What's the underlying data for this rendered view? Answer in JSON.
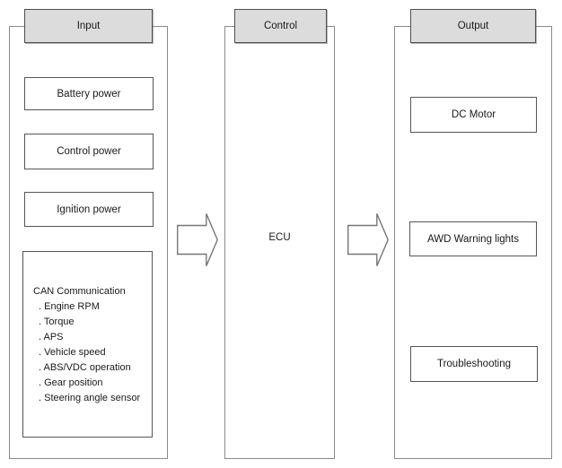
{
  "input_column": {
    "header": "Input",
    "boxes": {
      "battery": "Battery power",
      "control_power": "Control power",
      "ignition": "Ignition power"
    },
    "can": {
      "title": "CAN Communication",
      "items": [
        ". Engine RPM",
        ". Torque",
        ". APS",
        ". Vehicle speed",
        ". ABS/VDC operation",
        ". Gear position",
        ". Steering angle sensor"
      ]
    }
  },
  "control_column": {
    "header": "Control",
    "label": "ECU"
  },
  "output_column": {
    "header": "Output",
    "boxes": {
      "dc_motor": "DC Motor",
      "warning_lights": "AWD Warning lights",
      "troubleshooting": "Troubleshooting"
    }
  },
  "colors": {
    "background": "#ffffff",
    "header_fill": "#dcdcdc",
    "header_border": "#4f4f4f",
    "container_border": "#8a8a8a",
    "box_border": "#565656",
    "arrow_stroke": "#777777",
    "text_color": "#1a1a1a"
  }
}
